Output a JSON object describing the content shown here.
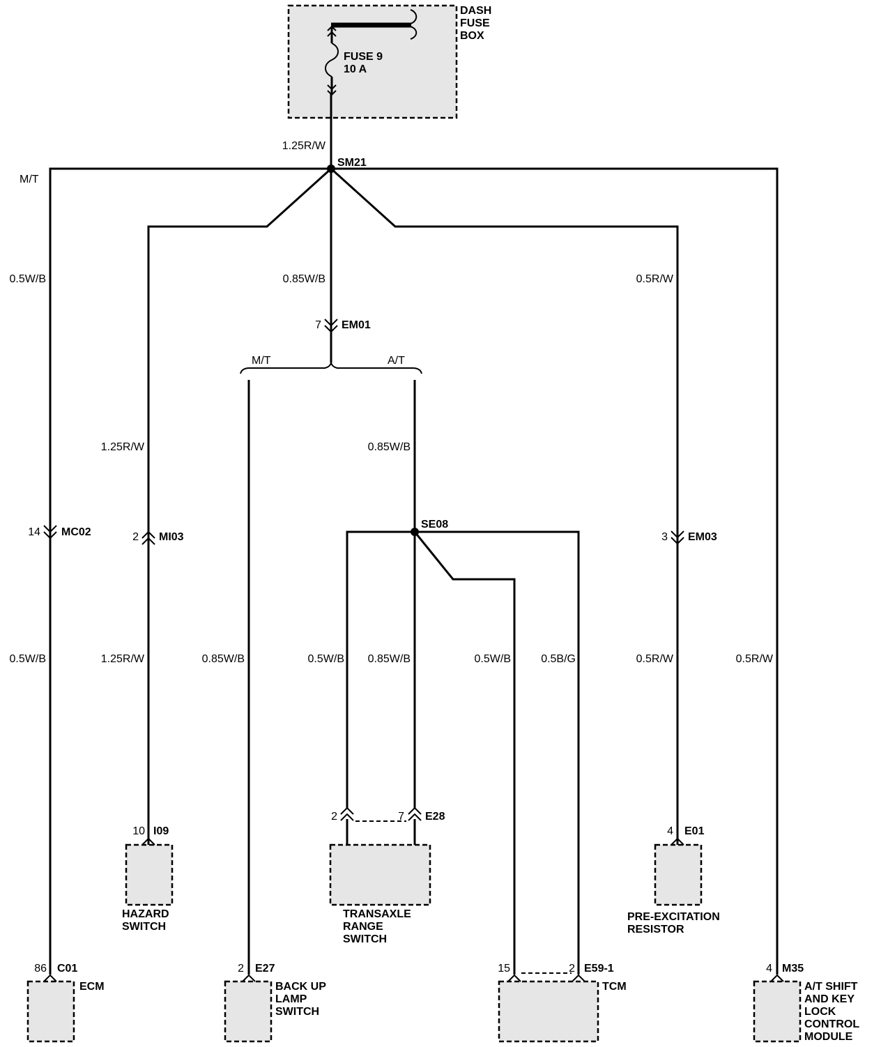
{
  "fuse_box": {
    "name_lines": [
      "DASH",
      "FUSE",
      "BOX"
    ],
    "fuse_lines": [
      "FUSE 9",
      "10 A"
    ]
  },
  "splices": {
    "sm21": "SM21",
    "se08": "SE08"
  },
  "branch_labels": {
    "mt_top": "M/T",
    "mt": "M/T",
    "at": "A/T"
  },
  "wires": {
    "main_top": "1.25R/W",
    "left_upper": "0.5W/B",
    "left_lower": "0.5W/B",
    "hazard_upper": "1.25R/W",
    "hazard_lower": "1.25R/W",
    "center_upper": "0.85W/B",
    "at_branch": "0.85W/B",
    "backup": "0.85W/B",
    "tr_left": "0.5W/B",
    "tr_right": "0.85W/B",
    "tcm_15": "0.5W/B",
    "tcm_2": "0.5B/G",
    "preex_upper": "0.5R/W",
    "preex_lower": "0.5R/W",
    "right": "0.5R/W"
  },
  "connectors": {
    "mc02": {
      "pin": "14",
      "name": "MC02"
    },
    "mi03": {
      "pin": "2",
      "name": "MI03"
    },
    "em01": {
      "pin": "7",
      "name": "EM01"
    },
    "em03": {
      "pin": "3",
      "name": "EM03"
    },
    "e28": {
      "pin_left": "2",
      "pin_right": "7",
      "name": "E28"
    },
    "i09": {
      "pin": "10",
      "name": "I09"
    },
    "e01": {
      "pin": "4",
      "name": "E01"
    },
    "c01": {
      "pin": "86",
      "name": "C01"
    },
    "e27": {
      "pin": "2",
      "name": "E27"
    },
    "e59": {
      "pin_left": "15",
      "pin_right": "2",
      "name": "E59-1"
    },
    "m35": {
      "pin": "4",
      "name": "M35"
    }
  },
  "components": {
    "hazard": [
      "HAZARD",
      "SWITCH"
    ],
    "transaxle": [
      "TRANSAXLE",
      "RANGE",
      "SWITCH"
    ],
    "preex": [
      "PRE-EXCITATION",
      "RESISTOR"
    ],
    "ecm": [
      "ECM"
    ],
    "backup": [
      "BACK UP",
      "LAMP",
      "SWITCH"
    ],
    "tcm": [
      "TCM"
    ],
    "at_shift": [
      "A/T SHIFT",
      "AND KEY",
      "LOCK",
      "CONTROL",
      "MODULE"
    ]
  }
}
